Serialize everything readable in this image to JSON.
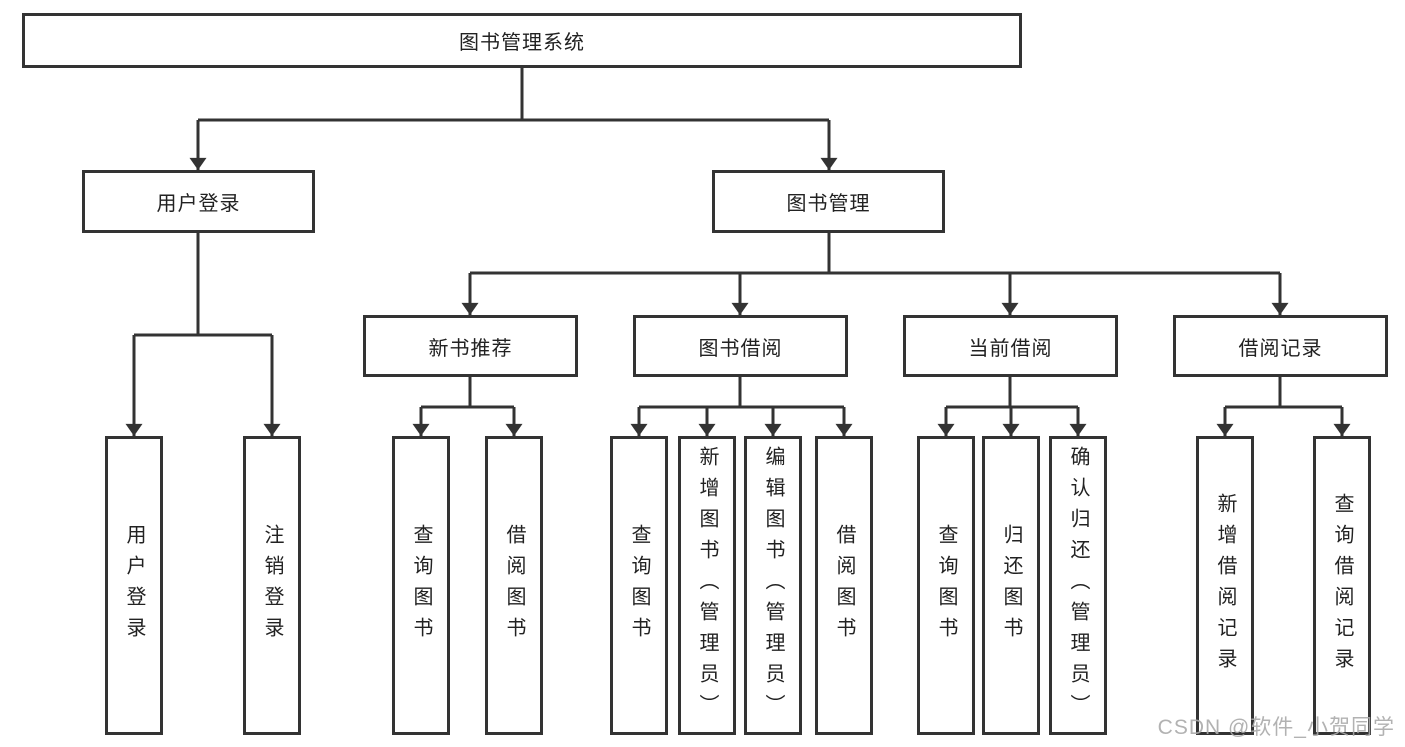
{
  "diagram": {
    "title": "图书管理系统",
    "branches": [
      {
        "label": "用户登录",
        "children": [
          {
            "label": "用户登录"
          },
          {
            "label": "注销登录"
          }
        ]
      },
      {
        "label": "图书管理",
        "children": [
          {
            "label": "新书推荐",
            "children": [
              {
                "label": "查询图书"
              },
              {
                "label": "借阅图书"
              }
            ]
          },
          {
            "label": "图书借阅",
            "children": [
              {
                "label": "查询图书"
              },
              {
                "label": "新增图书（管理员）"
              },
              {
                "label": "编辑图书（管理员）"
              },
              {
                "label": "借阅图书"
              }
            ]
          },
          {
            "label": "当前借阅",
            "children": [
              {
                "label": "查询图书"
              },
              {
                "label": "归还图书"
              },
              {
                "label": "确认归还（管理员）"
              }
            ]
          },
          {
            "label": "借阅记录",
            "children": [
              {
                "label": "新增借阅记录"
              },
              {
                "label": "查询借阅记录"
              }
            ]
          }
        ]
      }
    ]
  },
  "watermark": {
    "text": "CSDN @软件_小贺同学"
  },
  "colors": {
    "line": "#333333",
    "text": "#222222",
    "box_background": "#ffffff",
    "watermark": "#aaaaaa",
    "background": "#ffffff"
  }
}
